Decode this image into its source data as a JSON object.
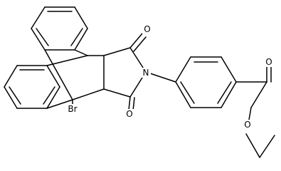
{
  "diagram": {
    "type": "structural-formula",
    "atom_labels": {
      "o_top": "O",
      "o_bottom": "O",
      "n_imide": "N",
      "br": "Br",
      "o_carbonyl": "O",
      "o_ester": "O"
    }
  }
}
